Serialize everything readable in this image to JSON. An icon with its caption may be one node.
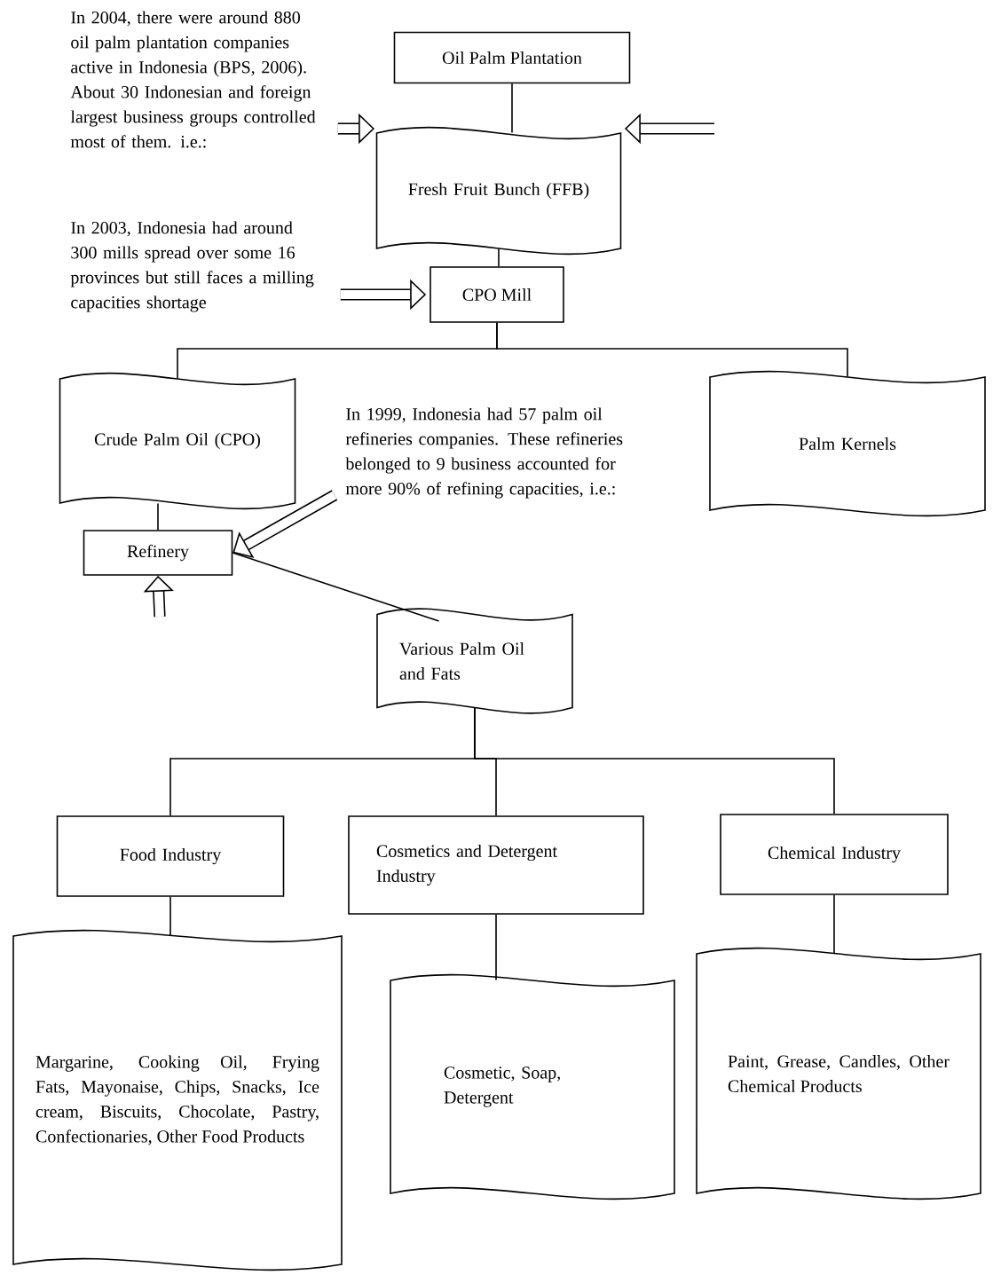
{
  "diagram": {
    "nodes": [
      {
        "text": [
          "Oil Palm Plantation"
        ]
      },
      {
        "text": [
          "Fresh Fruit Bunch (FFB)"
        ]
      },
      {
        "text": [
          "In 2004, there were around 880 oil palm plantation companies active in Indonesia (BPS, 2006). About 30 Indonesian and foreign largest business groups controlled most of them. i.e.:"
        ]
      },
      {
        "text": [
          "CPO Mill"
        ]
      },
      {
        "text": [
          "In 2003, Indonesia had around 300 mills spread over some 16 provinces but still faces a milling capacities shortage"
        ]
      },
      {
        "text": [
          "Crude Palm Oil (CPO)"
        ]
      },
      {
        "text": [
          "Palm Kernels"
        ]
      },
      {
        "text": [
          "In 1999, Indonesia had 57 palm oil refineries companies. These refineries belonged to 9 business accounted for more 90% of refining capacities, i.e.:"
        ]
      },
      {
        "text": [
          "Refinery"
        ]
      },
      {
        "text": [
          "Various Palm Oil and Fats"
        ]
      },
      {
        "text": [
          "Food Industry"
        ]
      },
      {
        "text": [
          "Cosmetics and Detergent Industry"
        ]
      },
      {
        "text": [
          "Chemical Industry"
        ]
      },
      {
        "text": [
          "Margarine, Cooking Oil, Frying Fats, Mayonaise, Chips, Snacks, Ice cream, Biscuits, Chocolate, Pastry, Confectionaries, Other Food Products"
        ]
      },
      {
        "text": [
          "Cosmetic, Soap, Detergent"
        ]
      },
      {
        "text": [
          "Paint, Grease, Candles, Other Chemical Products"
        ]
      }
    ],
    "edges": [
      {
        "from": 0,
        "to": 1,
        "arrow": "none"
      },
      {
        "from": 2,
        "to": 1,
        "arrow": "to",
        "style": "thick"
      },
      {
        "from": null,
        "to": 1,
        "arrow": "to",
        "style": "thick"
      },
      {
        "from": 1,
        "to": 3,
        "arrow": "none"
      },
      {
        "from": 4,
        "to": 3,
        "arrow": "to",
        "style": "thick"
      },
      {
        "from": 3,
        "to": 5,
        "arrow": "none"
      },
      {
        "from": 3,
        "to": 6,
        "arrow": "none"
      },
      {
        "from": 5,
        "to": 8,
        "arrow": "none"
      },
      {
        "from": 7,
        "to": 8,
        "arrow": "to",
        "style": "thick"
      },
      {
        "from": null,
        "to": 8,
        "arrow": "to",
        "style": "thick"
      },
      {
        "from": 8,
        "to": 9,
        "arrow": "none"
      },
      {
        "from": 9,
        "to": 10,
        "arrow": "none"
      },
      {
        "from": 9,
        "to": 11,
        "arrow": "none"
      },
      {
        "from": 9,
        "to": 12,
        "arrow": "none"
      },
      {
        "from": 10,
        "to": 13,
        "arrow": "none"
      },
      {
        "from": 11,
        "to": 14,
        "arrow": "none"
      },
      {
        "from": 12,
        "to": 15,
        "arrow": "none"
      }
    ]
  }
}
